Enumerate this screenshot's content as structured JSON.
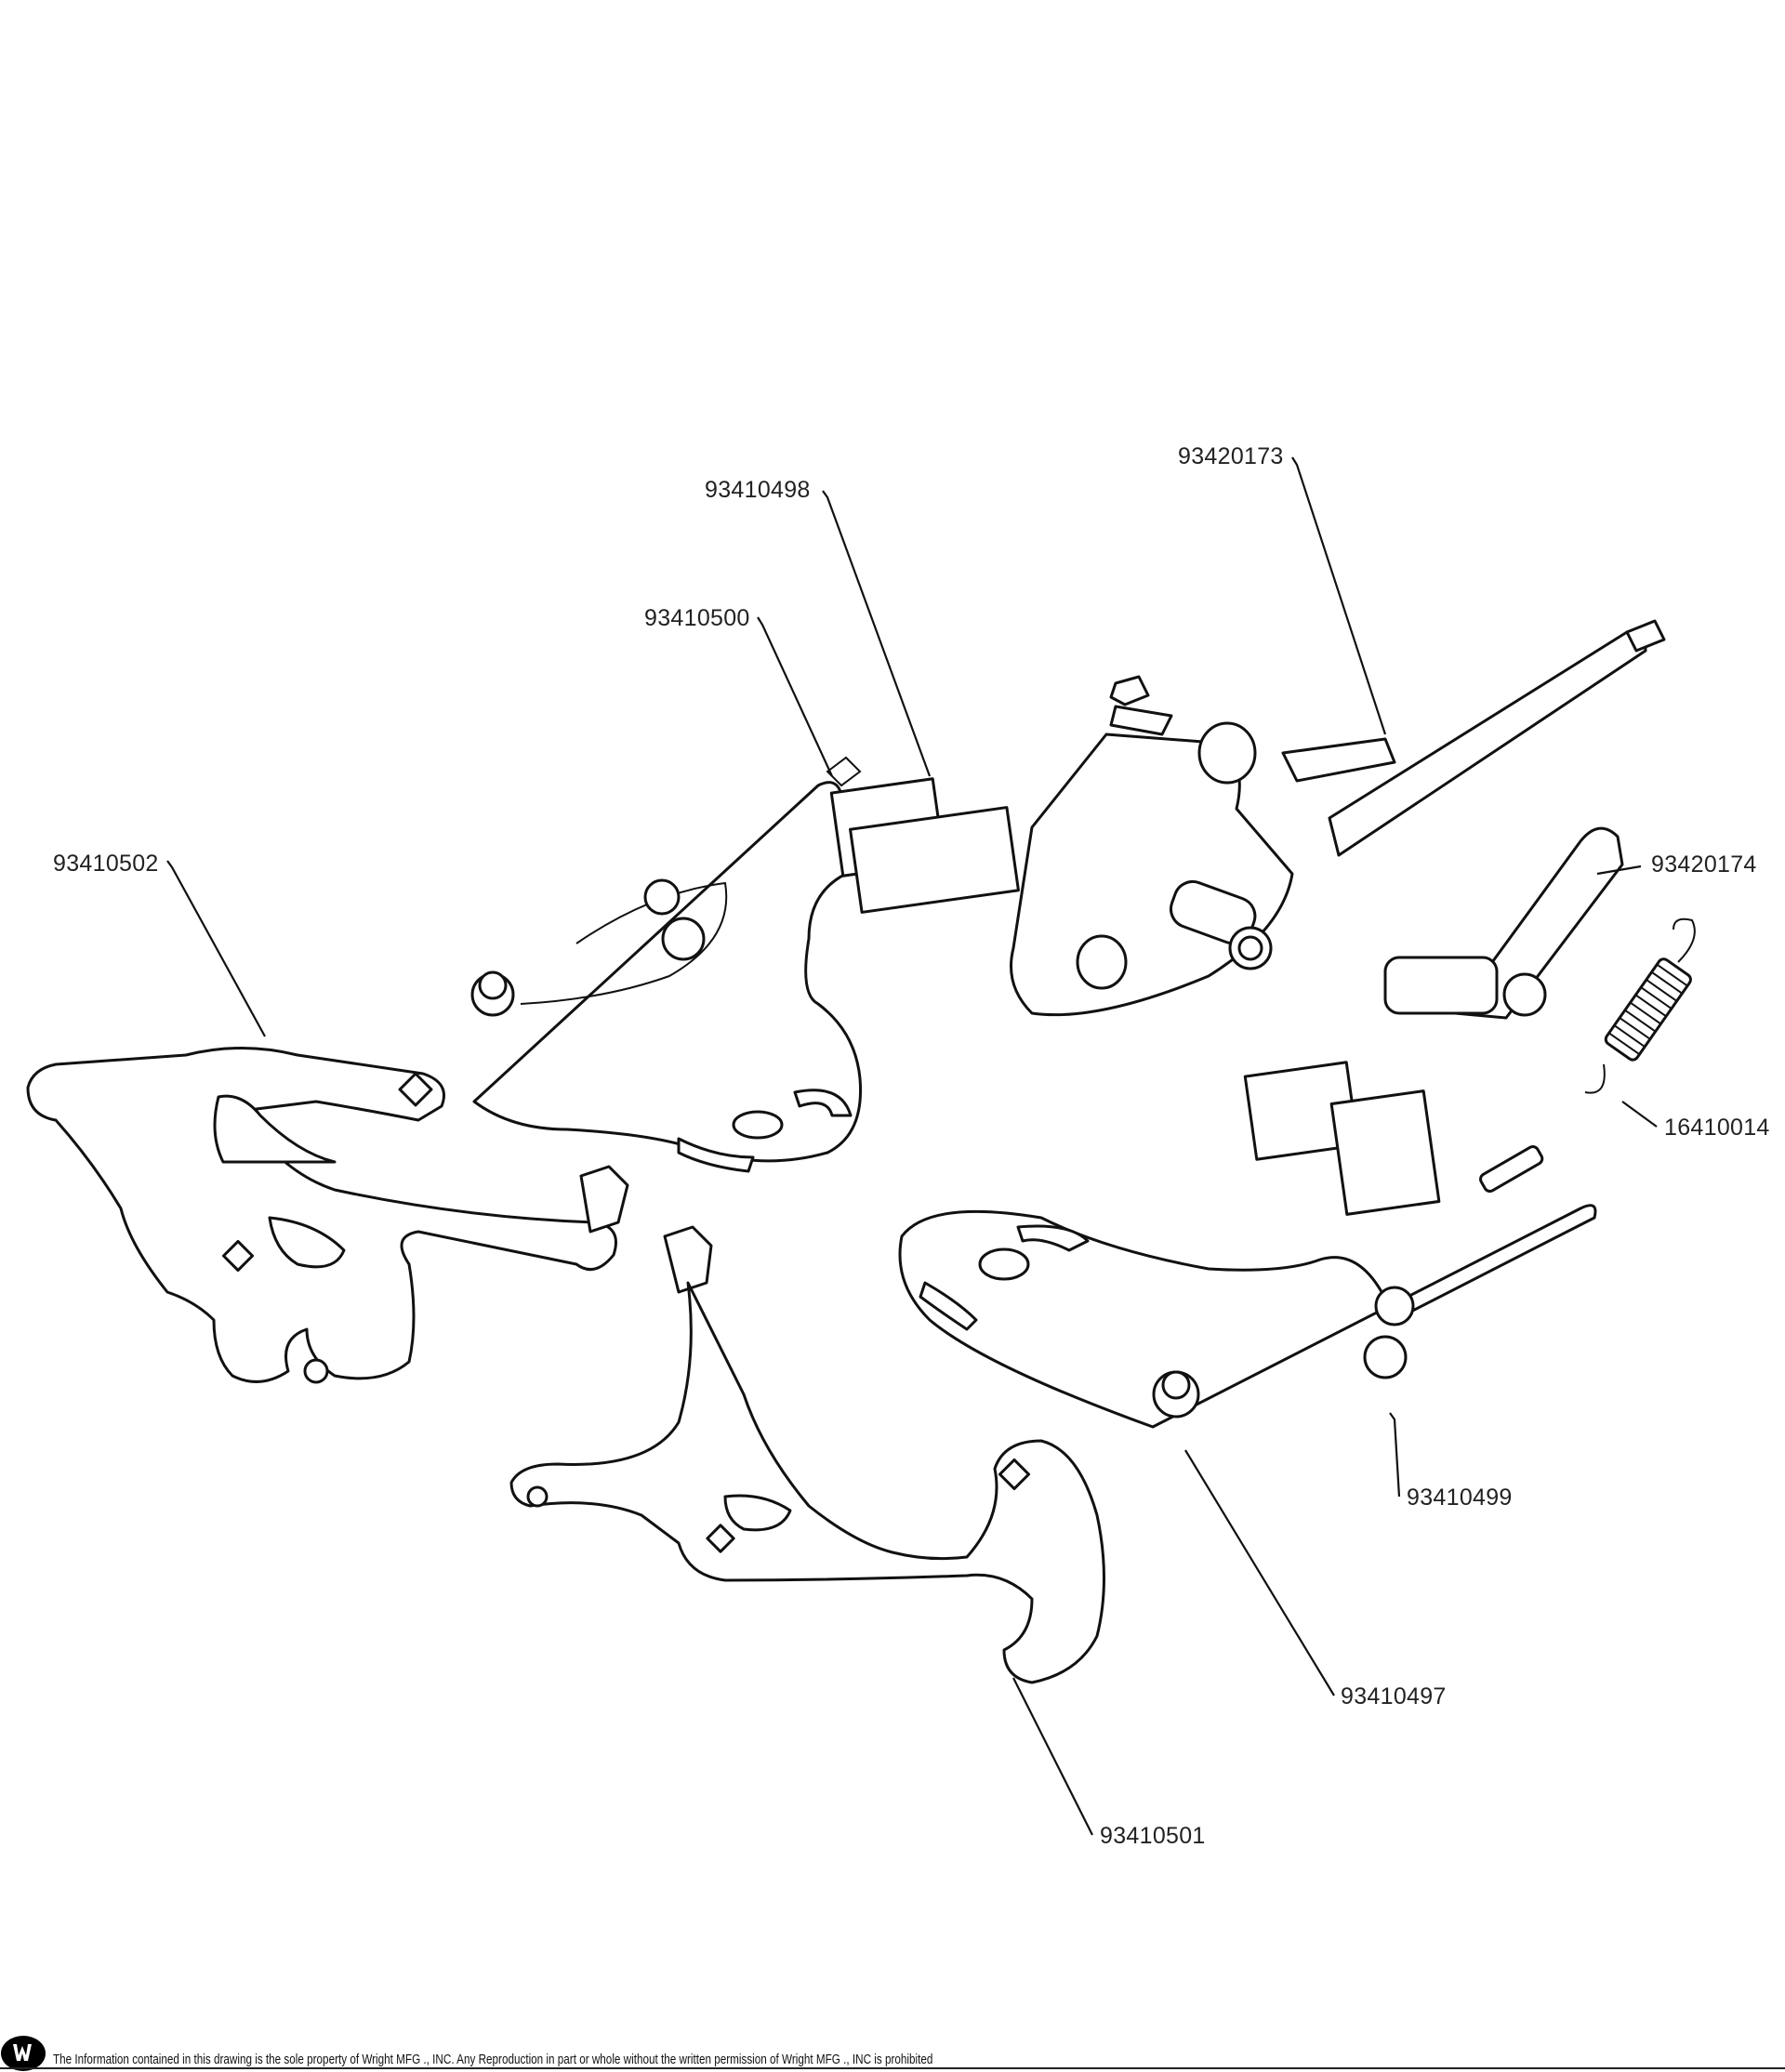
{
  "title": "Exploded parts diagram — control linkage assembly",
  "callouts": [
    {
      "id": "93420173",
      "label": "93420173"
    },
    {
      "id": "93410498",
      "label": "93410498"
    },
    {
      "id": "93410500",
      "label": "93410500"
    },
    {
      "id": "93410502",
      "label": "93410502"
    },
    {
      "id": "93420174",
      "label": "93420174"
    },
    {
      "id": "16410014",
      "label": "16410014"
    },
    {
      "id": "93410499",
      "label": "93410499"
    },
    {
      "id": "93410497",
      "label": "93410497"
    },
    {
      "id": "93410501",
      "label": "93410501"
    }
  ],
  "footer": {
    "logo_icon": "wright-logo-icon",
    "notice": "The Information contained in this drawing is the sole property of Wright MFG ., INC. Any Reproduction in part or whole without the written permission of Wright MFG ., INC is prohibited"
  }
}
